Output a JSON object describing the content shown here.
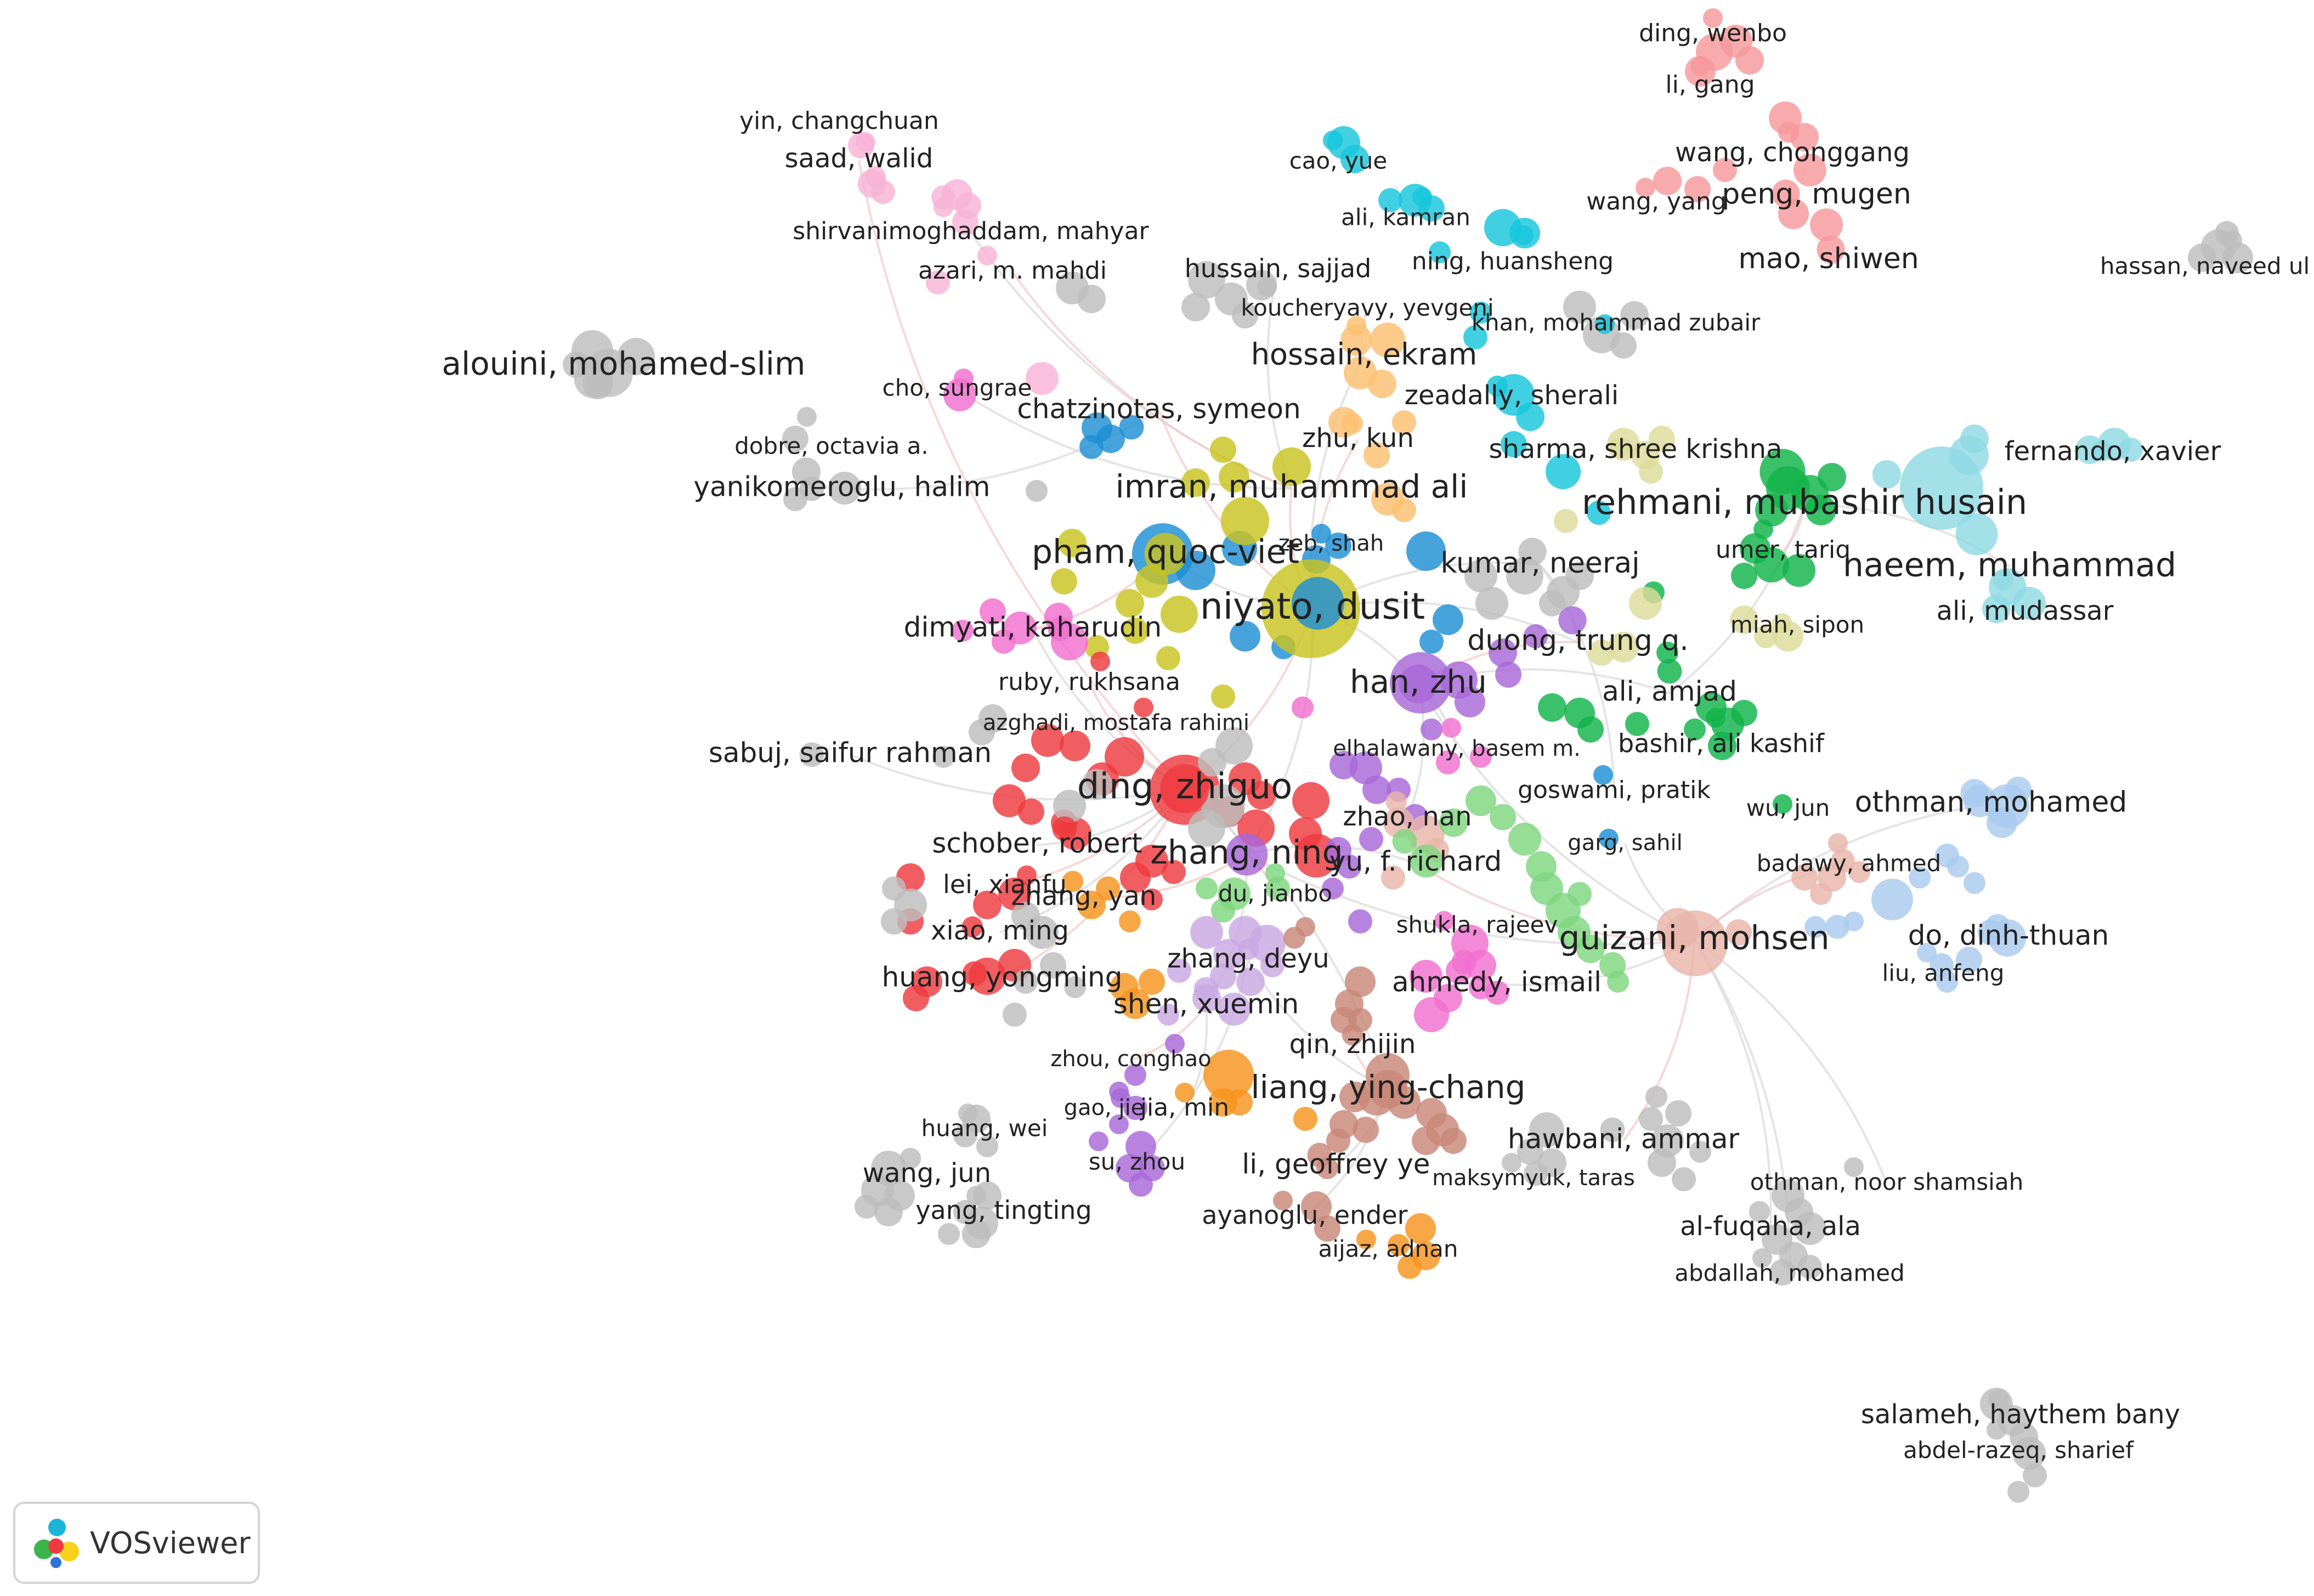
{
  "palette": {
    "red": "#ee3a3f",
    "gray": "#bdbdbd",
    "blue": "#1f8fd4",
    "olive": "#c9c31f",
    "purple": "#a868d8",
    "cyan": "#17c6dc",
    "green": "#11b34a",
    "lightgreen": "#7fd67f",
    "pink": "#f26fd0",
    "lightpink": "#f8b3d5",
    "orange": "#f7941d",
    "peach": "#fbbf70",
    "salmon": "#f7989b",
    "brown": "#c88878",
    "rose": "#e8b4aa",
    "lightblue": "#a9cbee",
    "teal": "#8fd9e3",
    "khaki": "#dedc9a",
    "violet": "#c9a8e2"
  },
  "authors": [
    {
      "label": "ding, wenbo",
      "cluster": "salmon",
      "size": 44
    },
    {
      "label": "li, gang",
      "cluster": "salmon",
      "size": 44
    },
    {
      "label": "wang, chonggang",
      "cluster": "salmon",
      "size": 48
    },
    {
      "label": "peng, mugen",
      "cluster": "salmon",
      "size": 52
    },
    {
      "label": "wang, yang",
      "cluster": "salmon",
      "size": 44
    },
    {
      "label": "mao, shiwen",
      "cluster": "salmon",
      "size": 52
    },
    {
      "label": "hassan, naveed ul",
      "cluster": "gray",
      "size": 42
    },
    {
      "label": "yin, changchuan",
      "cluster": "lightpink",
      "size": 44
    },
    {
      "label": "saad, walid",
      "cluster": "lightpink",
      "size": 48
    },
    {
      "label": "shirvanimoghaddam, mahyar",
      "cluster": "lightpink",
      "size": 44
    },
    {
      "label": "azari, m. mahdi",
      "cluster": "lightpink",
      "size": 44
    },
    {
      "label": "cao, yue",
      "cluster": "cyan",
      "size": 42
    },
    {
      "label": "ali, kamran",
      "cluster": "cyan",
      "size": 42
    },
    {
      "label": "ning, huansheng",
      "cluster": "cyan",
      "size": 44
    },
    {
      "label": "hussain, sajjad",
      "cluster": "gray",
      "size": 46
    },
    {
      "label": "koucheryavy, yevgeni",
      "cluster": "peach",
      "size": 42
    },
    {
      "label": "khan, mohammad zubair",
      "cluster": "cyan",
      "size": 42
    },
    {
      "label": "alouini, mohamed-slim",
      "cluster": "gray",
      "size": 58
    },
    {
      "label": "hossain, ekram",
      "cluster": "peach",
      "size": 54
    },
    {
      "label": "cho, sungrae",
      "cluster": "pink",
      "size": 42
    },
    {
      "label": "zeadally, sherali",
      "cluster": "cyan",
      "size": 48
    },
    {
      "label": "chatzinotas, symeon",
      "cluster": "blue",
      "size": 50
    },
    {
      "label": "zhu, kun",
      "cluster": "peach",
      "size": 48
    },
    {
      "label": "dobre, octavia a.",
      "cluster": "gray",
      "size": 42
    },
    {
      "label": "sharma, shree krishna",
      "cluster": "khaki",
      "size": 48
    },
    {
      "label": "fernando, xavier",
      "cluster": "teal",
      "size": 48
    },
    {
      "label": "yanikomeroglu, halim",
      "cluster": "gray",
      "size": 50
    },
    {
      "label": "imran, muhammad ali",
      "cluster": "olive",
      "size": 58
    },
    {
      "label": "rehmani, mubashir husain",
      "cluster": "green",
      "size": 62
    },
    {
      "label": "zeb, shah",
      "cluster": "blue",
      "size": 40
    },
    {
      "label": "umer, tariq",
      "cluster": "green",
      "size": 44
    },
    {
      "label": "pham, quoc-viet",
      "cluster": "olive",
      "size": 60
    },
    {
      "label": "kumar, neeraj",
      "cluster": "gray",
      "size": 52
    },
    {
      "label": "naeem, muhammad",
      "cluster": "teal",
      "size": 60
    },
    {
      "label": "niyato, dusit",
      "cluster": "blue",
      "size": 66
    },
    {
      "label": "ali, mudassar",
      "cluster": "teal",
      "size": 48
    },
    {
      "label": "miah, sipon",
      "cluster": "khaki",
      "size": 42
    },
    {
      "label": "dimyati, kaharudin",
      "cluster": "pink",
      "size": 50
    },
    {
      "label": "duong, trung q.",
      "cluster": "purple",
      "size": 52
    },
    {
      "label": "han, zhu",
      "cluster": "purple",
      "size": 58
    },
    {
      "label": "ruby, rukhsana",
      "cluster": "red",
      "size": 44
    },
    {
      "label": "ali, amjad",
      "cluster": "green",
      "size": 50
    },
    {
      "label": "azghadi, mostafa rahimi",
      "cluster": "red",
      "size": 40
    },
    {
      "label": "bashir, ali kashif",
      "cluster": "green",
      "size": 46
    },
    {
      "label": "sabuj, saifur rahman",
      "cluster": "gray",
      "size": 50
    },
    {
      "label": "elhalawany, basem m.",
      "cluster": "pink",
      "size": 40
    },
    {
      "label": "ding, zhiguo",
      "cluster": "red",
      "size": 64
    },
    {
      "label": "goswami, pratik",
      "cluster": "blue",
      "size": 44
    },
    {
      "label": "wu, jun",
      "cluster": "green",
      "size": 42
    },
    {
      "label": "othman, mohamed",
      "cluster": "lightblue",
      "size": 52
    },
    {
      "label": "zhao, nan",
      "cluster": "rose",
      "size": 48
    },
    {
      "label": "garg, sahil",
      "cluster": "blue",
      "size": 40
    },
    {
      "label": "schober, robert",
      "cluster": "red",
      "size": 50
    },
    {
      "label": "zhang, ning",
      "cluster": "purple",
      "size": 60
    },
    {
      "label": "yu, f. richard",
      "cluster": "lightgreen",
      "size": 50
    },
    {
      "label": "badawy, ahmed",
      "cluster": "rose",
      "size": 42
    },
    {
      "label": "lei, xianfu",
      "cluster": "red",
      "size": 46
    },
    {
      "label": "zhang, yan",
      "cluster": "orange",
      "size": 48
    },
    {
      "label": "du, jianbo",
      "cluster": "lightgreen",
      "size": 42
    },
    {
      "label": "shukla, rajeev",
      "cluster": "pink",
      "size": 42
    },
    {
      "label": "guizani, mohsen",
      "cluster": "rose",
      "size": 60
    },
    {
      "label": "do, dinh-thuan",
      "cluster": "lightblue",
      "size": 50
    },
    {
      "label": "xiao, ming",
      "cluster": "red",
      "size": 48
    },
    {
      "label": "zhang, deyu",
      "cluster": "violet",
      "size": 48
    },
    {
      "label": "liu, anfeng",
      "cluster": "lightblue",
      "size": 42
    },
    {
      "label": "huang, yongming",
      "cluster": "red",
      "size": 50
    },
    {
      "label": "ahmedy, ismail",
      "cluster": "pink",
      "size": 50
    },
    {
      "label": "shen, xuemin",
      "cluster": "violet",
      "size": 50
    },
    {
      "label": "qin, zhijin",
      "cluster": "brown",
      "size": 48
    },
    {
      "label": "zhou, conghao",
      "cluster": "purple",
      "size": 40
    },
    {
      "label": "liang, ying-chang",
      "cluster": "brown",
      "size": 58
    },
    {
      "label": "gao, jie",
      "cluster": "purple",
      "size": 40
    },
    {
      "label": "jia, min",
      "cluster": "orange",
      "size": 44
    },
    {
      "label": "huang, wei",
      "cluster": "gray",
      "size": 42
    },
    {
      "label": "hawbani, ammar",
      "cluster": "gray",
      "size": 50
    },
    {
      "label": "wang, jun",
      "cluster": "gray",
      "size": 48
    },
    {
      "label": "su, zhou",
      "cluster": "purple",
      "size": 42
    },
    {
      "label": "li, geoffrey ye",
      "cluster": "brown",
      "size": 50
    },
    {
      "label": "maksymyuk, taras",
      "cluster": "gray",
      "size": 40
    },
    {
      "label": "othman, noor shamsiah",
      "cluster": "gray",
      "size": 42
    },
    {
      "label": "yang, tingting",
      "cluster": "gray",
      "size": 46
    },
    {
      "label": "ayanoglu, ender",
      "cluster": "brown",
      "size": 46
    },
    {
      "label": "al-fuqaha, ala",
      "cluster": "gray",
      "size": 48
    },
    {
      "label": "aijaz, adnan",
      "cluster": "orange",
      "size": 42
    },
    {
      "label": "abdallah, mohamed",
      "cluster": "gray",
      "size": 42
    },
    {
      "label": "salameh, haythem bany",
      "cluster": "gray",
      "size": 48
    },
    {
      "label": "abdel-razeq, sharief",
      "cluster": "gray",
      "size": 42
    }
  ],
  "badge": {
    "text": "VOSviewer"
  }
}
